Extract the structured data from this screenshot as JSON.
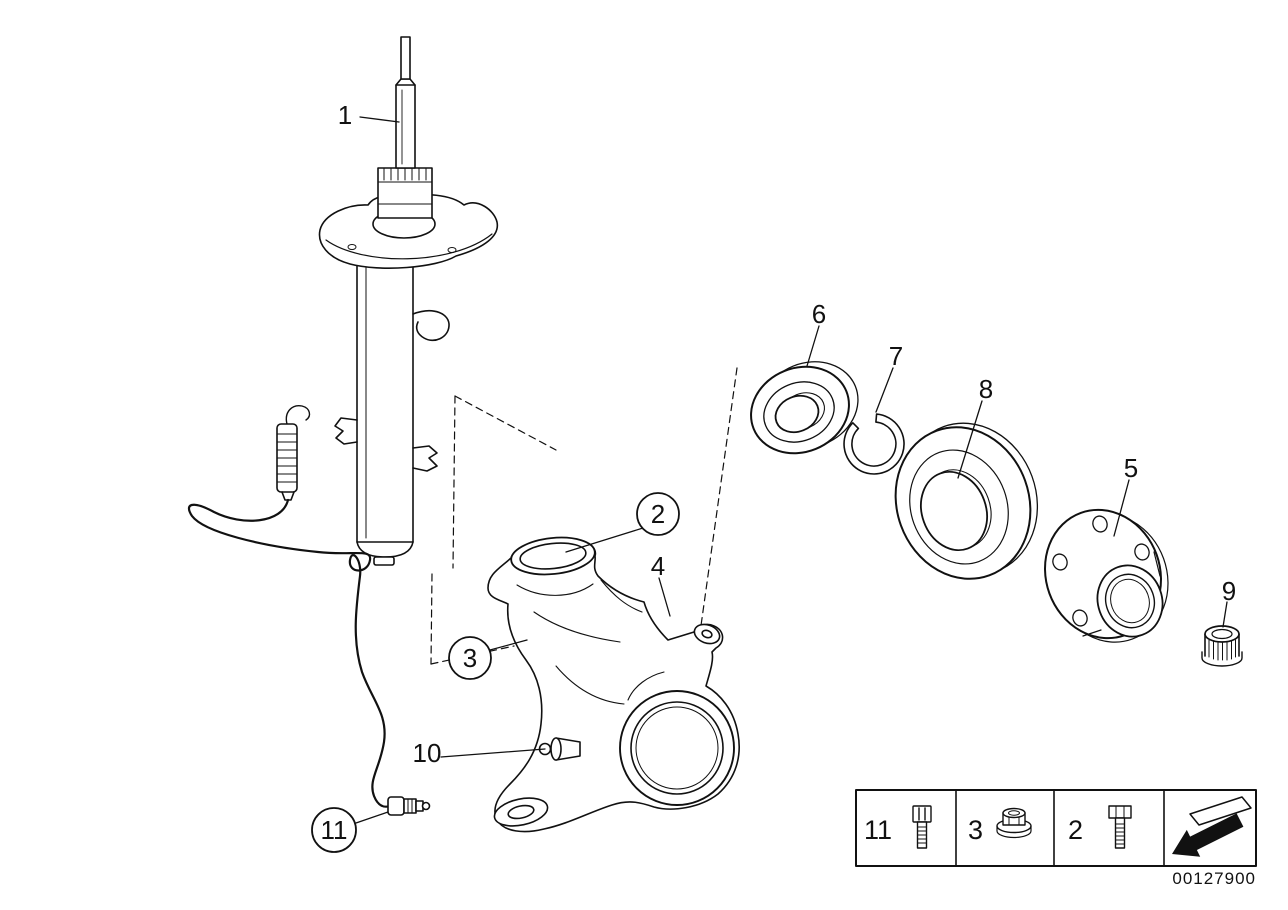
{
  "diagram": {
    "part_number": "00127900",
    "background_color": "#ffffff",
    "line_color": "#111111",
    "callouts": [
      {
        "id": "1",
        "circled": false
      },
      {
        "id": "2",
        "circled": true
      },
      {
        "id": "3",
        "circled": true
      },
      {
        "id": "4",
        "circled": false
      },
      {
        "id": "5",
        "circled": false
      },
      {
        "id": "6",
        "circled": false
      },
      {
        "id": "7",
        "circled": false
      },
      {
        "id": "8",
        "circled": false
      },
      {
        "id": "9",
        "circled": false
      },
      {
        "id": "10",
        "circled": false
      },
      {
        "id": "11",
        "circled": true
      }
    ],
    "legend": {
      "items": [
        {
          "label": "11",
          "icon": "socket-head-bolt-icon"
        },
        {
          "label": "3",
          "icon": "flange-nut-icon"
        },
        {
          "label": "2",
          "icon": "hex-bolt-icon"
        },
        {
          "label": "",
          "icon": "direction-arrow-icon"
        }
      ]
    }
  }
}
